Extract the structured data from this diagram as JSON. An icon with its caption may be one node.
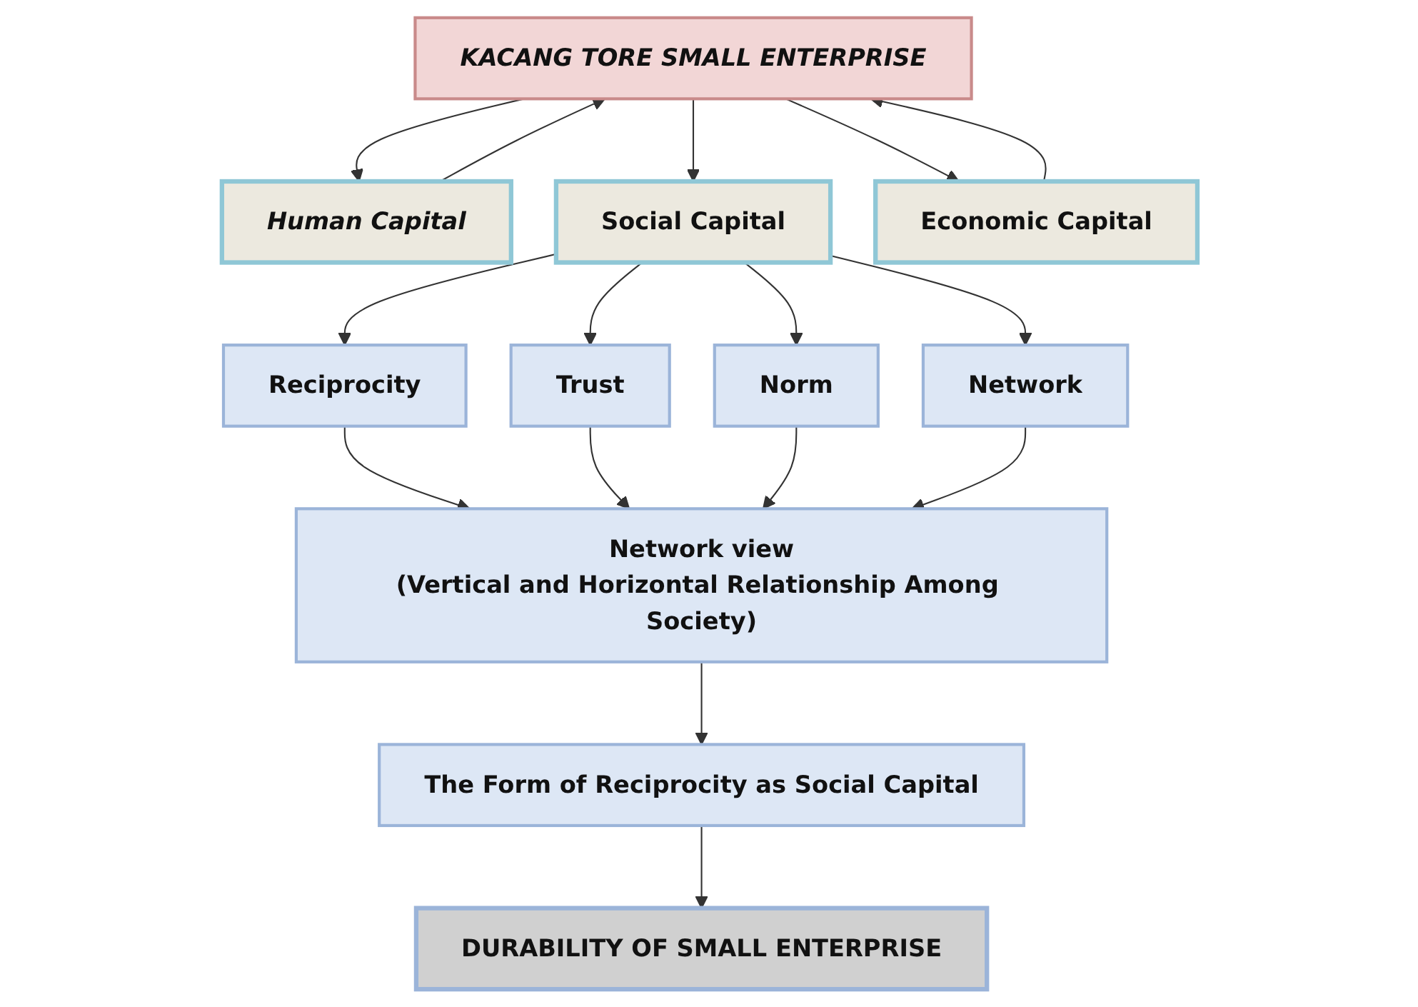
{
  "diagram": {
    "nodes": [
      {
        "text": [
          "KACANG TORE SMALL ENTERPRISE"
        ]
      },
      {
        "text": [
          "Human Capital"
        ]
      },
      {
        "text": [
          "Social Capital"
        ]
      },
      {
        "text": [
          "Economic Capital"
        ]
      },
      {
        "text": [
          "Reciprocity"
        ]
      },
      {
        "text": [
          "Trust"
        ]
      },
      {
        "text": [
          "Norm"
        ]
      },
      {
        "text": [
          "Network"
        ]
      },
      {
        "text": [
          "Network view",
          "(Vertical and Horizontal Relationship Among Society)"
        ]
      },
      {
        "text": [
          "The Form of Reciprocity as Social Capital"
        ]
      },
      {
        "text": [
          "DURABILITY OF SMALL ENTERPRISE"
        ]
      }
    ],
    "edges": [
      {
        "from": 0,
        "to": 1,
        "arrow": "to"
      },
      {
        "from": 0,
        "to": 2,
        "arrow": "to"
      },
      {
        "from": 0,
        "to": 3,
        "arrow": "to"
      },
      {
        "from": 1,
        "to": 0,
        "arrow": "to"
      },
      {
        "from": 3,
        "to": 0,
        "arrow": "to"
      },
      {
        "from": 2,
        "to": 4,
        "arrow": "to"
      },
      {
        "from": 2,
        "to": 5,
        "arrow": "to"
      },
      {
        "from": 2,
        "to": 6,
        "arrow": "to"
      },
      {
        "from": 2,
        "to": 7,
        "arrow": "to"
      },
      {
        "from": 4,
        "to": 8,
        "arrow": "to"
      },
      {
        "from": 5,
        "to": 8,
        "arrow": "to"
      },
      {
        "from": 6,
        "to": 8,
        "arrow": "to"
      },
      {
        "from": 7,
        "to": 8,
        "arrow": "to"
      },
      {
        "from": 8,
        "to": 9,
        "arrow": "to"
      },
      {
        "from": 9,
        "to": 10,
        "arrow": "to"
      }
    ]
  }
}
